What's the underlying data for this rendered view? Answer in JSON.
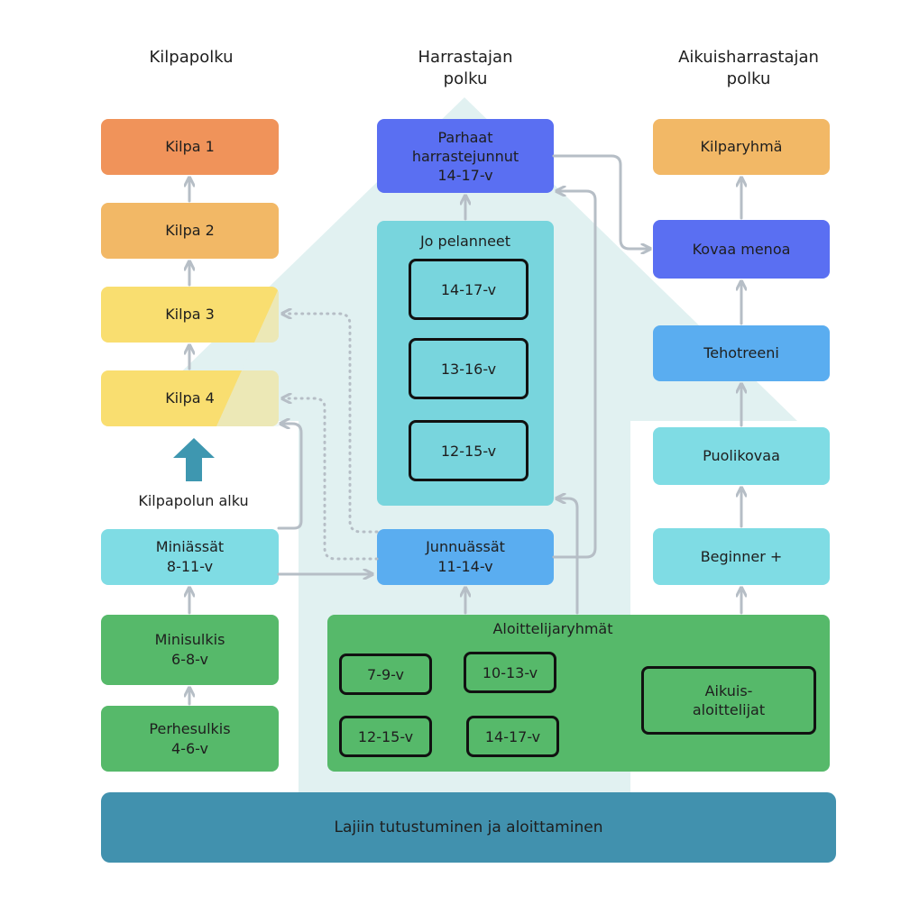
{
  "colors": {
    "kilpa1": "#F0935A",
    "kilpa2": "#F2B866",
    "kilpa_yellow": "#F9DE70",
    "light_cyan": "#7FDCE4",
    "cyan_group": "#78D5DD",
    "blue": "#5A6FF2",
    "mid_blue": "#5AADF0",
    "green": "#56B96A",
    "foundation": "#4191AE",
    "arrow_bg": "#E1F1F1",
    "connector": "#B6BEC6",
    "start_arrow": "#3E97B0"
  },
  "columns": {
    "kilpapolku": "Kilpapolku",
    "harrastajan": "Harrastajan\npolku",
    "aikuis": "Aikuisharrastajan\npolku"
  },
  "kilpa": {
    "k1": "Kilpa 1",
    "k2": "Kilpa 2",
    "k3": "Kilpa 3",
    "k4": "Kilpa 4",
    "start_label": "Kilpapolun alku",
    "start_icon": "up-arrow-icon"
  },
  "left": {
    "miniassat": "Miniässät\n8-11-v",
    "minisulkis": "Minisulkis\n6-8-v",
    "perhesulkis": "Perhesulkis\n4-6-v"
  },
  "middle": {
    "parhaat": "Parhaat\nharrastejunnut\n14-17-v",
    "jo_title": "Jo pelanneet",
    "jo_items": [
      "14-17-v",
      "13-16-v",
      "12-15-v"
    ],
    "junnu": "Junnuässät\n11-14-v"
  },
  "right": {
    "kilparyhma": "Kilparyhmä",
    "kovaa": "Kovaa menoa",
    "teho": "Tehotreeni",
    "puoli": "Puolikovaa",
    "beginner": "Beginner +"
  },
  "aloittelija": {
    "title": "Aloittelijaryhmät",
    "g1": "7-9-v",
    "g2": "10-13-v",
    "g3": "12-15-v",
    "g4": "14-17-v",
    "adult": "Aikuis-\naloittelijat"
  },
  "foundation": {
    "label": "Lajiin tutustuminen ja aloittaminen"
  }
}
